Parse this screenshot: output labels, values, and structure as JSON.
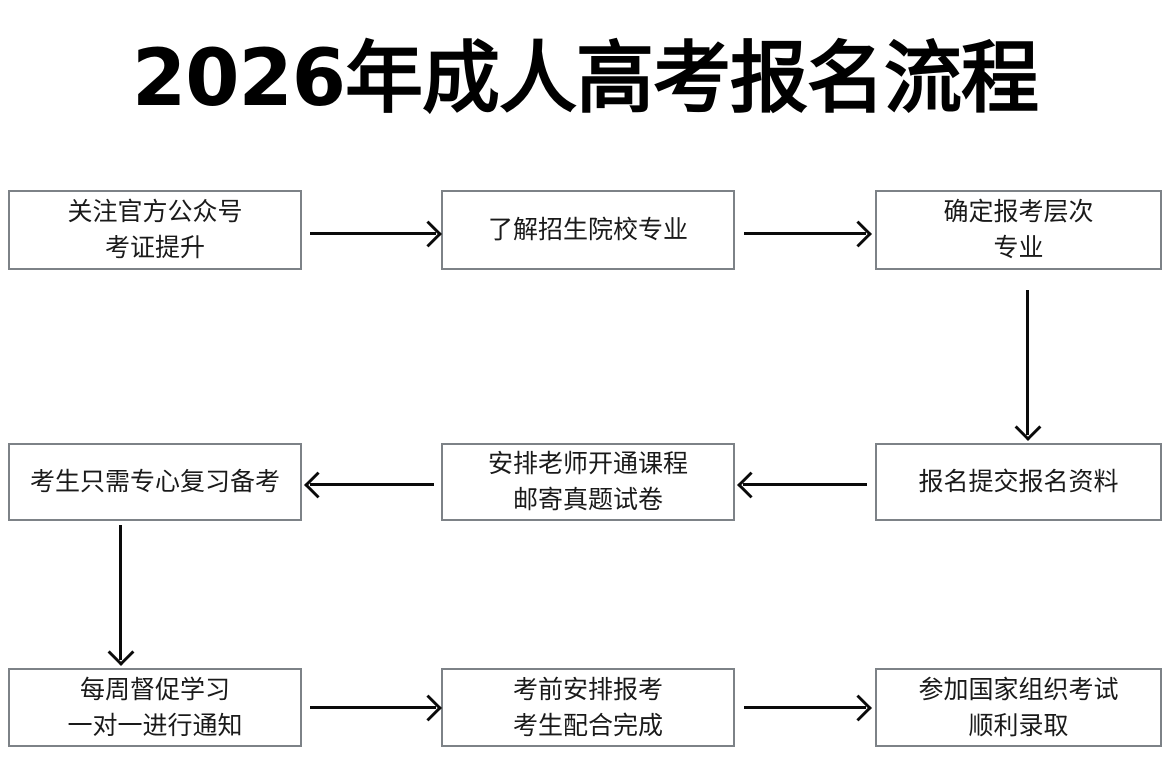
{
  "title": "2026年成人高考报名流程",
  "theme": {
    "background": "#ffffff",
    "box_border": "#7d8287",
    "text": "#1a1a1a",
    "arrow": "#0a0a0a",
    "title_color": "#000000"
  },
  "nodes": [
    {
      "id": "n1",
      "lines": [
        "关注官方公众号",
        "考证提升"
      ]
    },
    {
      "id": "n2",
      "lines": [
        "了解招生院校专业"
      ]
    },
    {
      "id": "n3",
      "lines": [
        "确定报考层次",
        "专业"
      ]
    },
    {
      "id": "n4",
      "lines": [
        "考生只需专心复习备考"
      ]
    },
    {
      "id": "n5",
      "lines": [
        "安排老师开通课程",
        "邮寄真题试卷"
      ]
    },
    {
      "id": "n6",
      "lines": [
        "报名提交报名资料"
      ]
    },
    {
      "id": "n7",
      "lines": [
        "每周督促学习",
        "一对一进行通知"
      ]
    },
    {
      "id": "n8",
      "lines": [
        "考前安排报考",
        "考生配合完成"
      ]
    },
    {
      "id": "n9",
      "lines": [
        "参加国家组织考试",
        "顺利录取"
      ]
    }
  ],
  "edges": [
    {
      "id": "e1",
      "from": "n1",
      "to": "n2",
      "direction": "right"
    },
    {
      "id": "e2",
      "from": "n2",
      "to": "n3",
      "direction": "right"
    },
    {
      "id": "e3",
      "from": "n3",
      "to": "n6",
      "direction": "down"
    },
    {
      "id": "e4",
      "from": "n6",
      "to": "n5",
      "direction": "left"
    },
    {
      "id": "e5",
      "from": "n5",
      "to": "n4",
      "direction": "left"
    },
    {
      "id": "e6",
      "from": "n4",
      "to": "n7",
      "direction": "down"
    },
    {
      "id": "e7",
      "from": "n7",
      "to": "n8",
      "direction": "right"
    },
    {
      "id": "e8",
      "from": "n8",
      "to": "n9",
      "direction": "right"
    }
  ]
}
